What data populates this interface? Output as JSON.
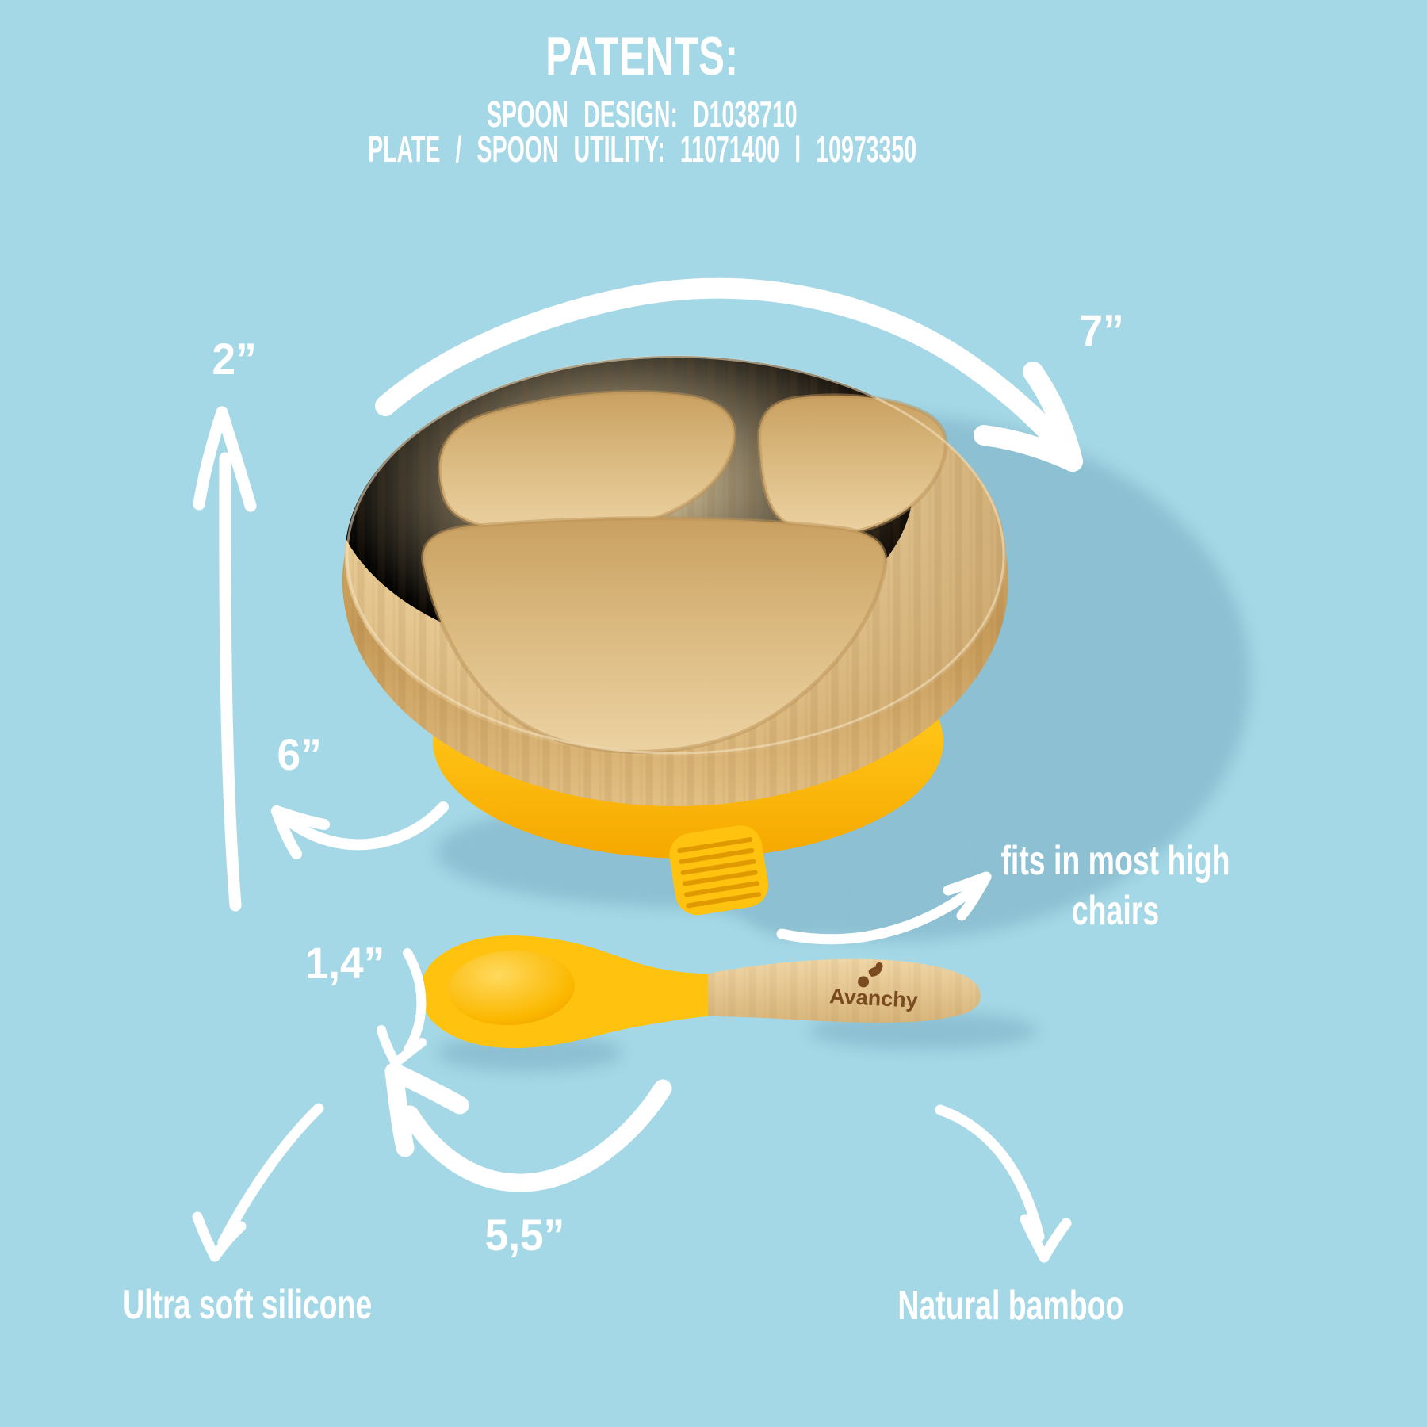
{
  "colors": {
    "background": "#a5d8e6",
    "annotation_white": "#ffffff",
    "silicone_yellow": "#ffc20e",
    "bamboo_light": "#ecd2a2",
    "shadow_blue": "#8cc0d2",
    "logo_brown": "#7a4a21"
  },
  "header": {
    "title": "PATENTS:",
    "patent_line_1": "SPOON DESIGN: D1038710",
    "patent_line_2": "PLATE / SPOON UTILITY: 11071400 l 10973350"
  },
  "dimensions": {
    "plate_height": "2”",
    "plate_width": "7”",
    "base_width": "6”",
    "spoon_bowl_width": "1,4”",
    "spoon_length": "5,5”"
  },
  "features": {
    "high_chair": "fits in most high chairs",
    "silicone": "Ultra soft silicone",
    "bamboo": "Natural bamboo"
  },
  "product": {
    "brand": "Avanchy"
  }
}
